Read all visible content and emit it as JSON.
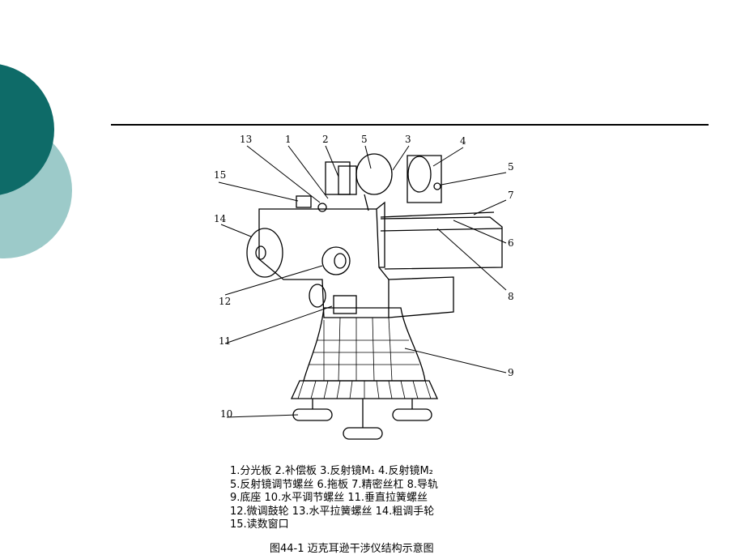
{
  "theme": {
    "circle_dark": "#0e6b68",
    "circle_light": "#9ccac9",
    "rule_color": "#000000"
  },
  "figure": {
    "callouts": [
      "13",
      "1",
      "2",
      "5",
      "3",
      "4",
      "5",
      "15",
      "7",
      "14",
      "6",
      "12",
      "8",
      "11",
      "9",
      "10"
    ],
    "legend": [
      "1.分光板  2.补偿板  3.反射镜M₁  4.反射镜M₂",
      "5.反射镜调节螺丝  6.拖板  7.精密丝杠  8.导轨",
      "9.底座  10.水平调节螺丝  11.垂直拉簧螺丝",
      "12.微调鼓轮  13.水平拉簧螺丝  14.粗调手轮",
      "15.读数窗口"
    ],
    "caption": "图44-1   迈克耳逊干涉仪结构示意图"
  }
}
